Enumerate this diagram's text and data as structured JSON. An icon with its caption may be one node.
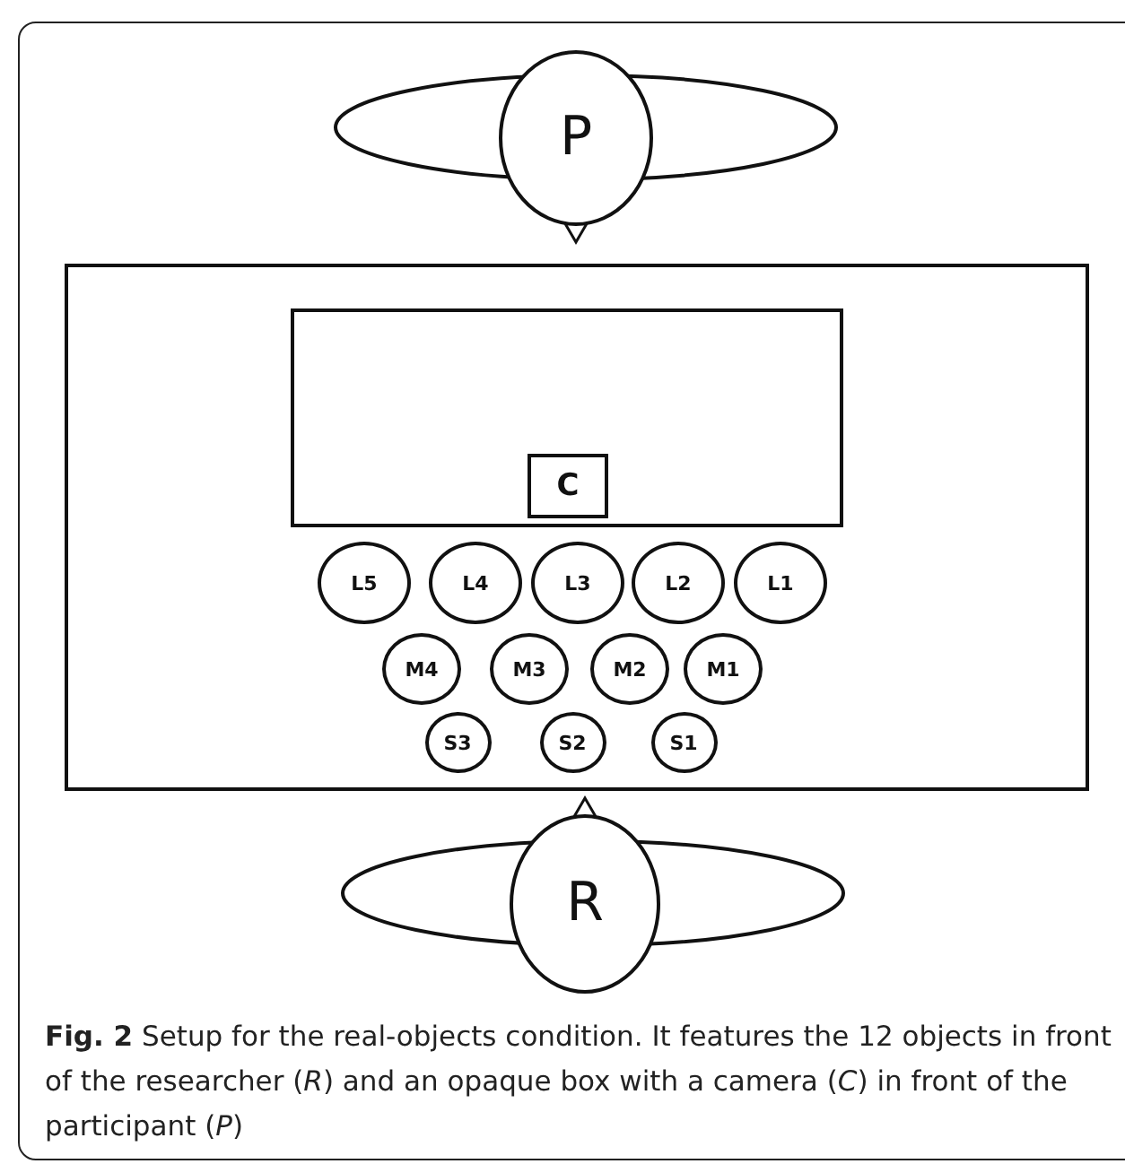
{
  "diagram": {
    "caption": "**Fig. 2** Setup for the real-objects condition. It features the 12 objects in front of the researcher (*R*) and an opaque box with a camera (*C*) in front of the participant (*P*)",
    "nodes": [
      {
        "text": [
          "P"
        ]
      },
      {
        "text": [],
        "shape": "box"
      },
      {
        "text": [],
        "shape": "box",
        "in": 1
      },
      {
        "text": [
          "C"
        ],
        "in": 2
      },
      {
        "text": [
          "L5"
        ],
        "in": 1
      },
      {
        "text": [
          "L4"
        ],
        "in": 1
      },
      {
        "text": [
          "L3"
        ],
        "in": 1
      },
      {
        "text": [
          "L2"
        ],
        "in": 1
      },
      {
        "text": [
          "L1"
        ],
        "in": 1
      },
      {
        "text": [
          "M4"
        ],
        "in": 1
      },
      {
        "text": [
          "M3"
        ],
        "in": 1
      },
      {
        "text": [
          "M2"
        ],
        "in": 1
      },
      {
        "text": [
          "M1"
        ],
        "in": 1
      },
      {
        "text": [
          "S3"
        ],
        "in": 1
      },
      {
        "text": [
          "S2"
        ],
        "in": 1
      },
      {
        "text": [
          "S1"
        ],
        "in": 1
      },
      {
        "text": [
          "R"
        ]
      }
    ]
  }
}
